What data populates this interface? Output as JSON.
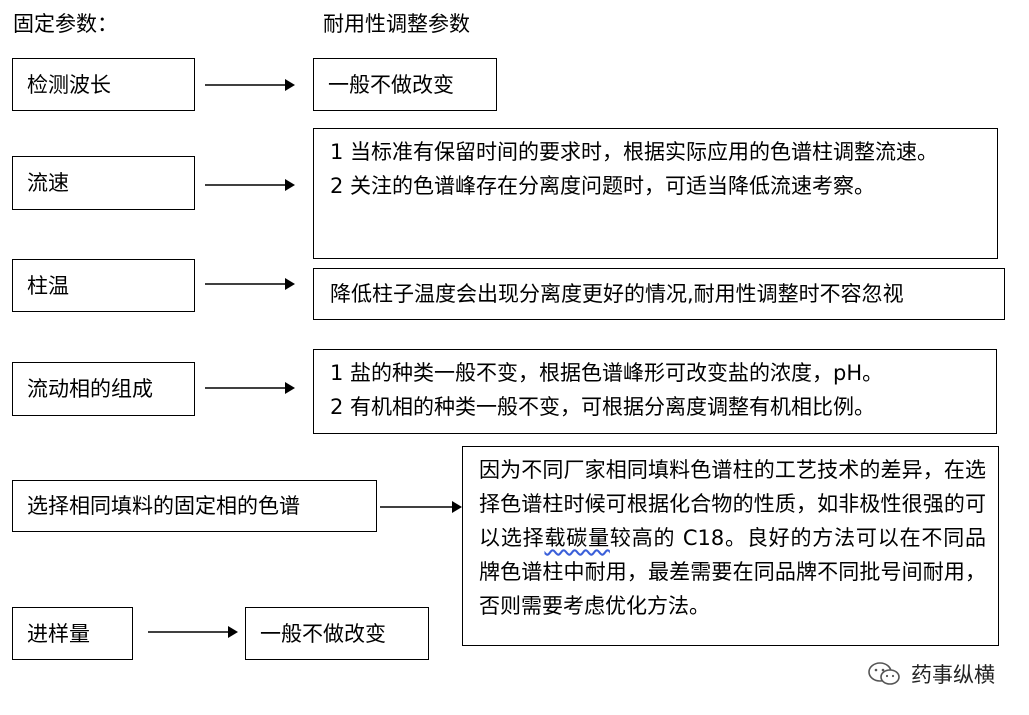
{
  "headers": {
    "left": "固定参数：",
    "right": "耐用性调整参数"
  },
  "rows": [
    {
      "label": "检测波长",
      "result": [
        "一般不做改变"
      ]
    },
    {
      "label": "流速",
      "result": [
        "1  当标准有保留时间的要求时，根据实际应用的色谱柱调整流速。",
        "2  关注的色谱峰存在分离度问题时，可适当降低流速考察。"
      ]
    },
    {
      "label": "柱温",
      "result": [
        "降低柱子温度会出现分离度更好的情况,耐用性调整时不容忽视"
      ]
    },
    {
      "label": "流动相的组成",
      "result": [
        "1  盐的种类一般不变，根据色谱峰形可改变盐的浓度，pH。",
        "2  有机相的种类一般不变，可根据分离度调整有机相比例。"
      ]
    },
    {
      "label": "选择相同填料的固定相的色谱",
      "result_parts": [
        "因为不同厂家相同填料色谱柱的工艺技术的差异，在选择色谱柱时候可根据化合物的性质，如非极性很强的可以选择",
        "载碳量",
        "较高的 C18。良好的方法可以在不同品牌色谱柱中耐用，最差需要在同品牌不同批号间耐用，否则需要考虑优化方法。"
      ]
    },
    {
      "label": "进样量",
      "result": [
        "一般不做改变"
      ]
    }
  ],
  "watermark": {
    "text": "药事纵横",
    "icon": "wechat-icon"
  }
}
